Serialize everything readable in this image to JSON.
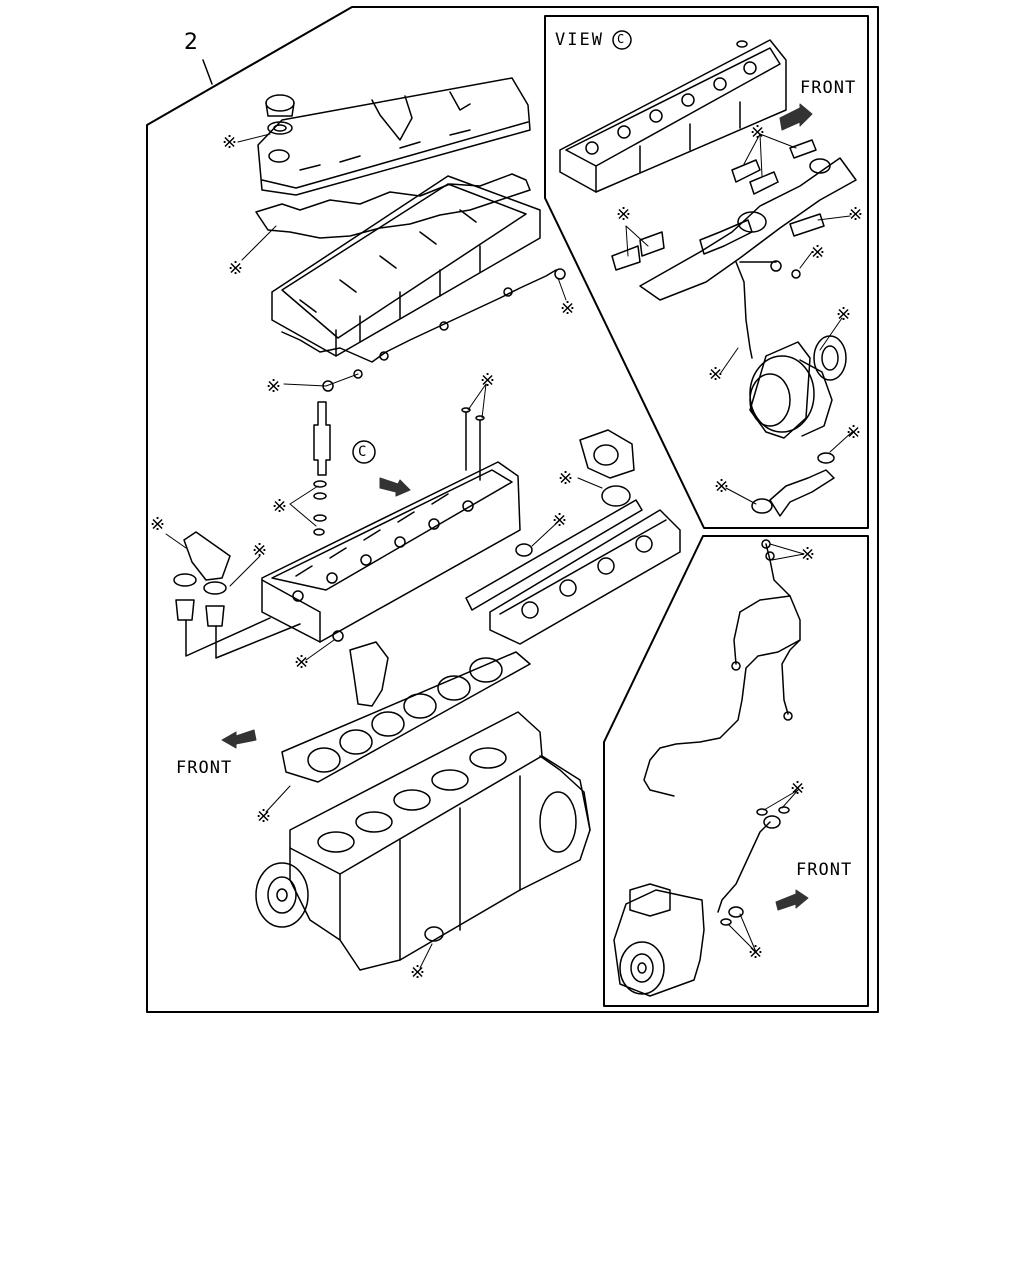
{
  "callout": {
    "number": "2"
  },
  "asterisk_mark": "※",
  "view": {
    "label": "VIEW",
    "letter": "C"
  },
  "section_marker": "C",
  "front_labels": {
    "view_panel": "FRONT",
    "main_assembly": "FRONT",
    "compressor_panel": "FRONT"
  },
  "colors": {
    "line": "#000000",
    "background": "#ffffff",
    "arrow_fill": "#333333"
  },
  "icons": [
    "front-arrow-icon",
    "asterisk-icon",
    "circled-letter-icon"
  ]
}
